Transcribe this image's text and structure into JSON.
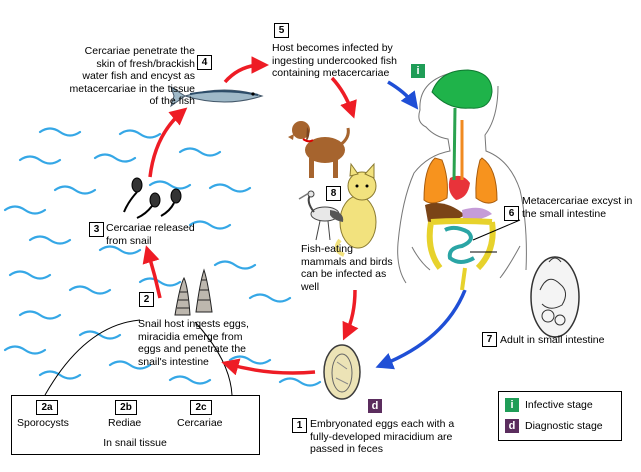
{
  "colors": {
    "infective": "#1f9d57",
    "diagnostic": "#5b2d5e",
    "arrow_red": "#ee1c25",
    "arrow_blue": "#1f4fd6",
    "water": "#35a7e6"
  },
  "steps": {
    "s1": {
      "num": "1",
      "text": "Embryonated eggs each with a fully-developed miracidium are passed in feces"
    },
    "s2": {
      "num": "2",
      "text": "Snail host ingests eggs, miracidia emerge from eggs and penetrate the snail's intestine"
    },
    "s3": {
      "num": "3",
      "text": "Cercariae released from snail"
    },
    "s4": {
      "num": "4",
      "text": "Cercariae penetrate the skin of fresh/brackish water fish and encyst as metacercariae in the tissue of the fish"
    },
    "s5": {
      "num": "5",
      "text": "Host becomes infected by ingesting undercooked fish containing metacercariae"
    },
    "s6": {
      "num": "6",
      "text": "Metacercariae excyst in the small intestine"
    },
    "s7": {
      "num": "7",
      "text": "Adult in small intestine"
    },
    "s8": {
      "num": "8",
      "text": "Fish-eating mammals and birds can be infected as well"
    }
  },
  "snail_tissue": {
    "a": {
      "num": "2a",
      "label": "Sporocysts"
    },
    "b": {
      "num": "2b",
      "label": "Rediae"
    },
    "c": {
      "num": "2c",
      "label": "Cercariae"
    },
    "caption": "In snail tissue"
  },
  "badges": {
    "infective": "i",
    "diagnostic": "d"
  },
  "legend": {
    "infective_label": "Infective stage",
    "diagnostic_label": "Diagnostic stage"
  }
}
